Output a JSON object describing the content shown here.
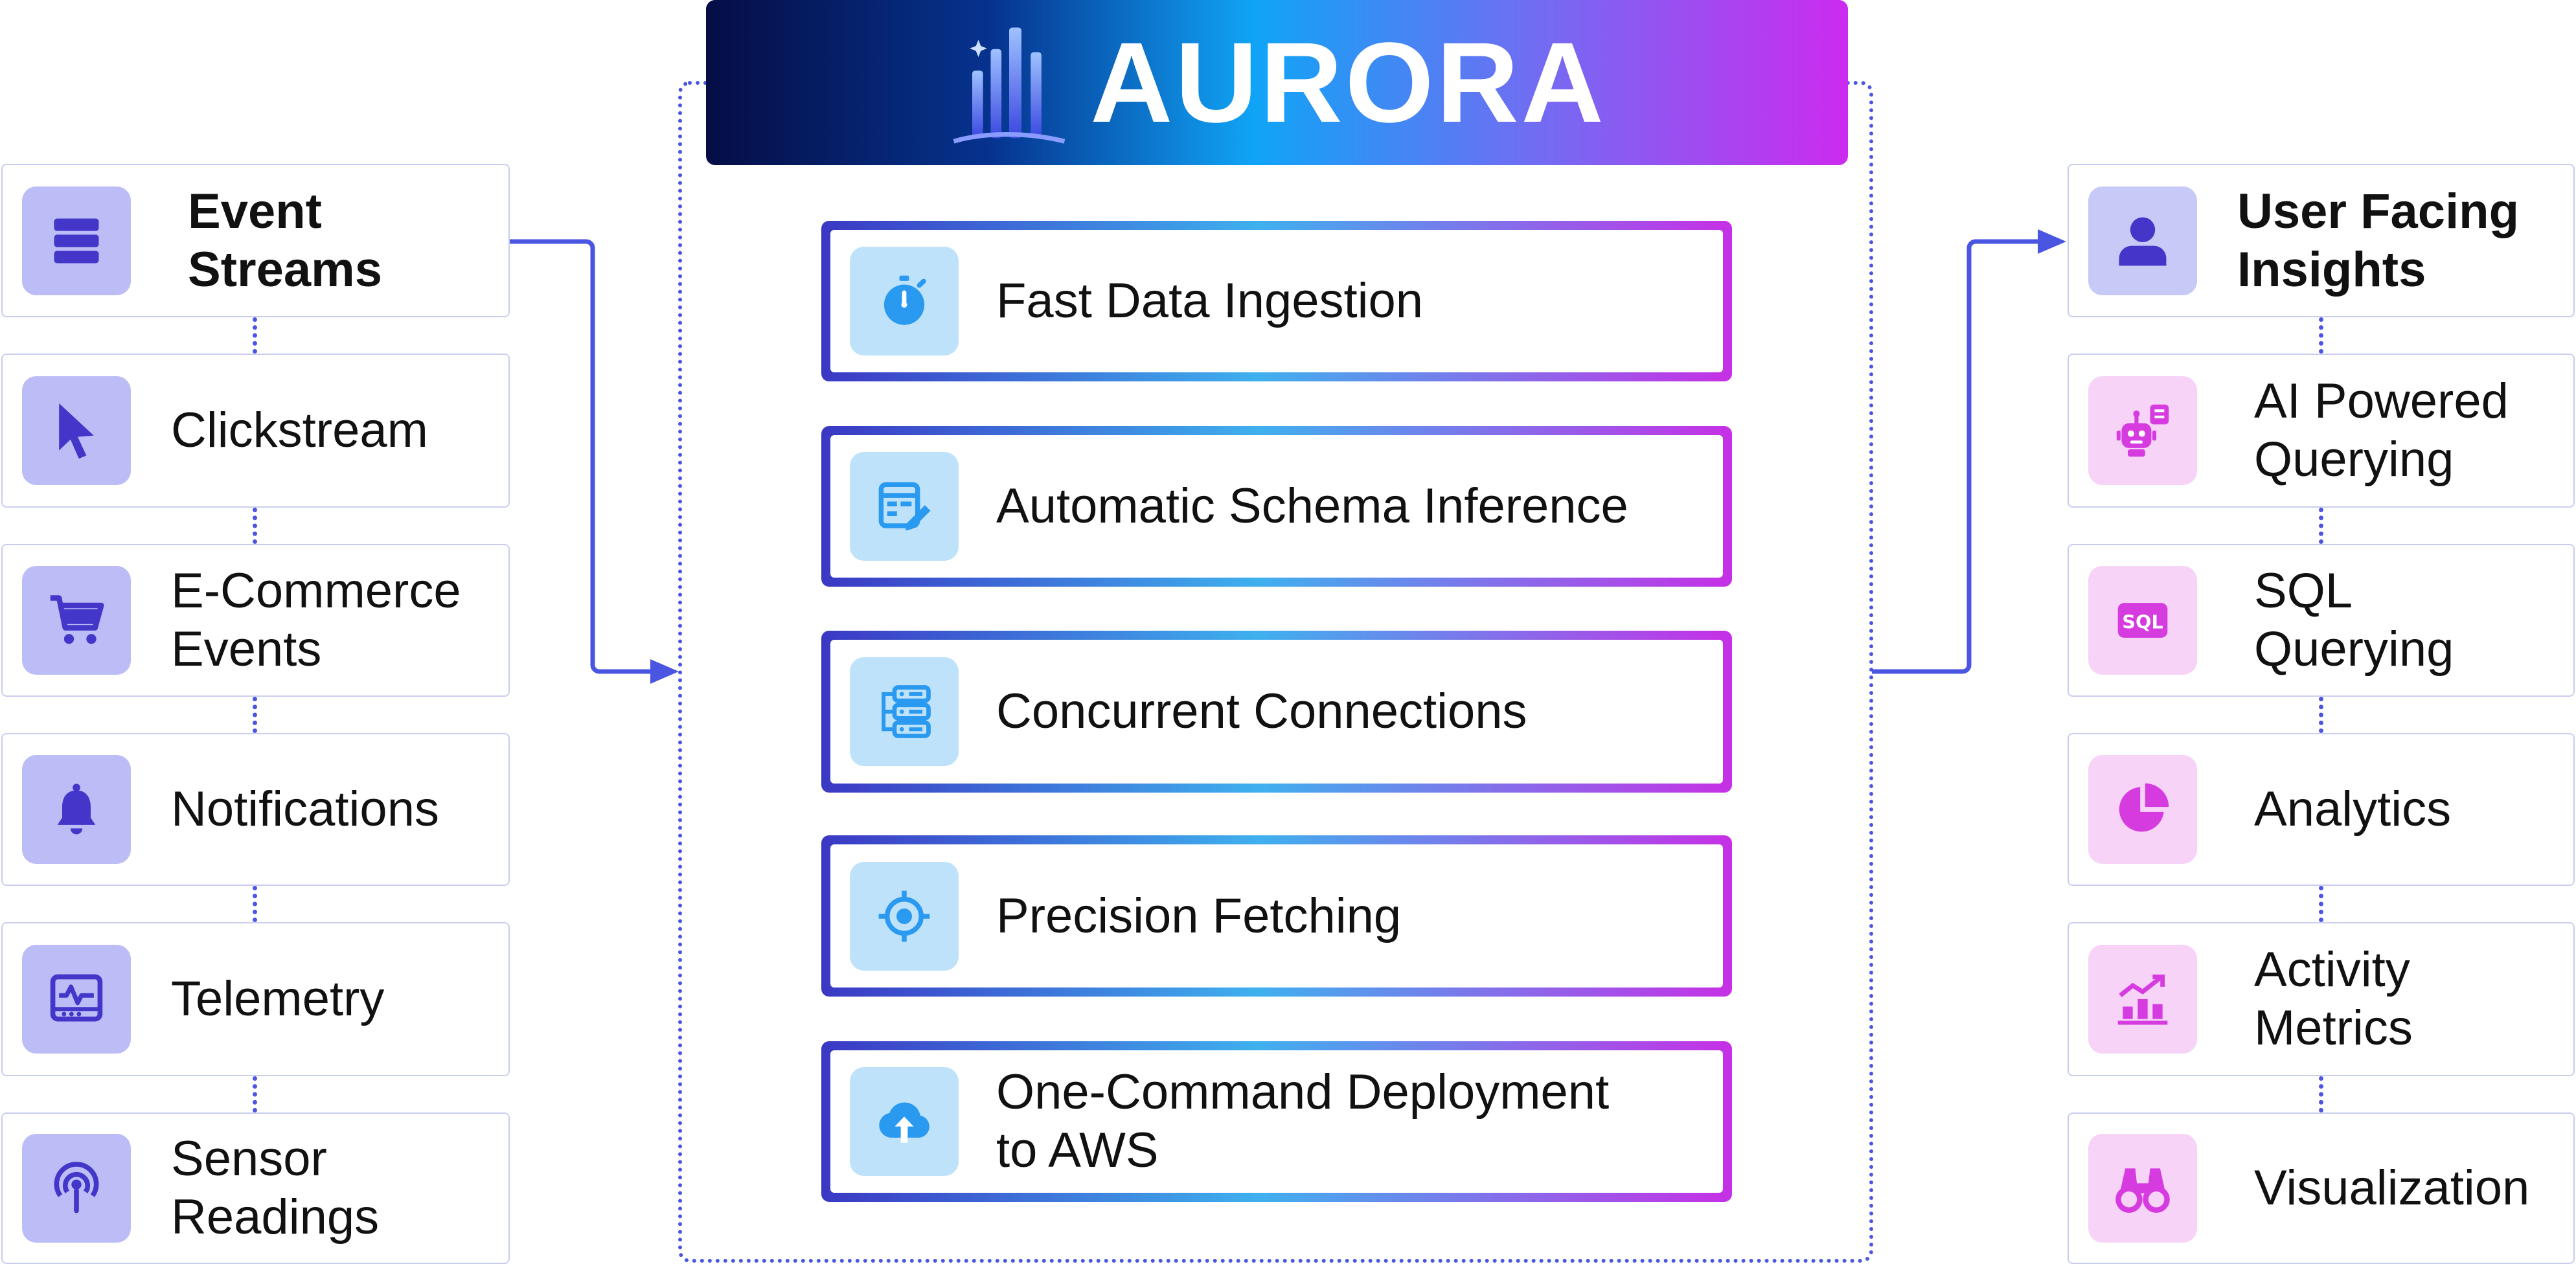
{
  "brand": {
    "name": "AURORA"
  },
  "sources": {
    "header": {
      "label": "Event\nStreams",
      "icon": "list-stack-icon"
    },
    "items": [
      {
        "label": "Clickstream",
        "icon": "cursor-icon"
      },
      {
        "label": "E-Commerce\nEvents",
        "icon": "shopping-cart-icon"
      },
      {
        "label": "Notifications",
        "icon": "bell-icon"
      },
      {
        "label": "Telemetry",
        "icon": "monitor-pulse-icon"
      },
      {
        "label": "Sensor\nReadings",
        "icon": "radio-signal-icon"
      }
    ]
  },
  "features": [
    {
      "label": "Fast Data Ingestion",
      "icon": "stopwatch-icon"
    },
    {
      "label": "Automatic Schema Inference",
      "icon": "schema-edit-icon"
    },
    {
      "label": "Concurrent Connections",
      "icon": "server-stack-icon"
    },
    {
      "label": "Precision Fetching",
      "icon": "crosshair-icon"
    },
    {
      "label": "One-Command Deployment\nto AWS",
      "icon": "cloud-upload-icon"
    }
  ],
  "outputs": {
    "header": {
      "label": "User Facing\nInsights",
      "icon": "user-icon"
    },
    "items": [
      {
        "label": "AI Powered\nQuerying",
        "icon": "robot-icon"
      },
      {
        "label": "SQL\nQuerying",
        "icon": "sql-icon"
      },
      {
        "label": "Analytics",
        "icon": "pie-chart-icon"
      },
      {
        "label": "Activity\nMetrics",
        "icon": "bar-trend-icon"
      },
      {
        "label": "Visualization",
        "icon": "binoculars-icon"
      }
    ]
  },
  "colors": {
    "connector": "#4a56e2",
    "source_icon_bg": "#bcbdf7",
    "output_icon_bg": "#f6d3f7",
    "feature_icon_bg": "#bfe2fb",
    "feature_icon": "#2a9af0",
    "source_icon": "#4336c9",
    "output_icon": "#d63be0"
  }
}
